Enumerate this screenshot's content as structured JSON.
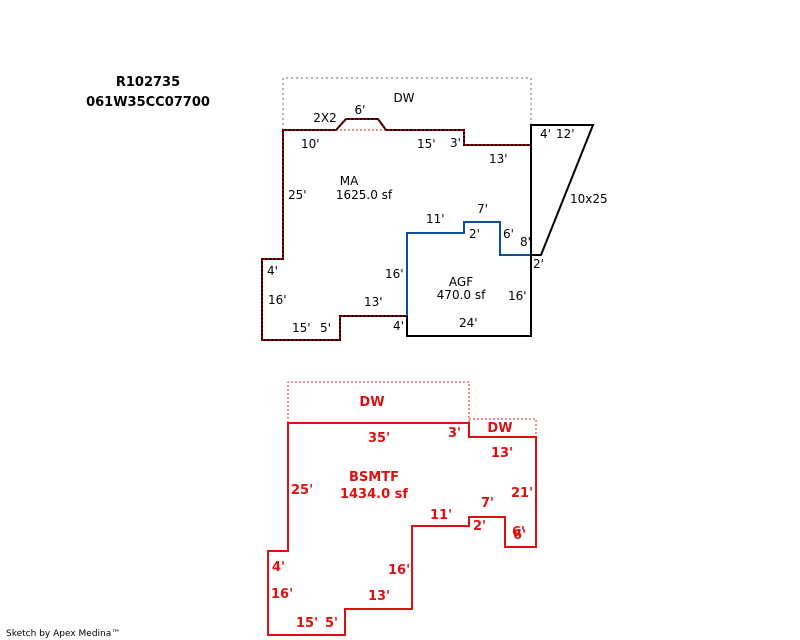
{
  "header": {
    "parcel_id": "R102735",
    "map_number": "061W35CC07700"
  },
  "colors": {
    "main_outline": "#000000",
    "agf_outline": "#0b4f9a",
    "basement": "#dd1111",
    "hatch_dark": "#7a0000",
    "garage_dots": "#888888"
  },
  "upper_sketch": {
    "dw_label": "DW",
    "bump_label": "2X2",
    "bump_dim": "6'",
    "ma": {
      "label": "MA",
      "area": "1625.0 sf"
    },
    "agf": {
      "label": "AGF",
      "area": "470.0 sf"
    },
    "porch_label": "10x25",
    "dims": {
      "d10": "10'",
      "d15_top": "15'",
      "d3": "3'",
      "d4_right": "4'",
      "d12": "12'",
      "d13_top": "13'",
      "d25": "25'",
      "d11": "11'",
      "d7": "7'",
      "d2_a": "2'",
      "d6": "6'",
      "d8": "8'",
      "d2_b": "2'",
      "d4_left": "4'",
      "d16_left": "16'",
      "d16_inner": "16'",
      "d16_right": "16'",
      "d13_bottom": "13'",
      "d15_bottom": "15'",
      "d5": "5'",
      "d4_bottom": "4'",
      "d24": "24'"
    }
  },
  "lower_sketch": {
    "dw_main": "DW",
    "dw_small": "DW",
    "label": "BSMTF",
    "area": "1434.0 sf",
    "dims": {
      "d35": "35'",
      "d3": "3'",
      "d13": "13'",
      "d25": "25'",
      "d21": "21'",
      "d7": "7'",
      "d11": "11'",
      "d2": "2'",
      "d6a": "6'",
      "d6b": "6'",
      "d4": "4'",
      "d16_left": "16'",
      "d16_inner": "16'",
      "d13_bottom": "13'",
      "d15": "15'",
      "d5": "5'"
    }
  },
  "footer": {
    "credit": "Sketch by Apex Medina™"
  }
}
